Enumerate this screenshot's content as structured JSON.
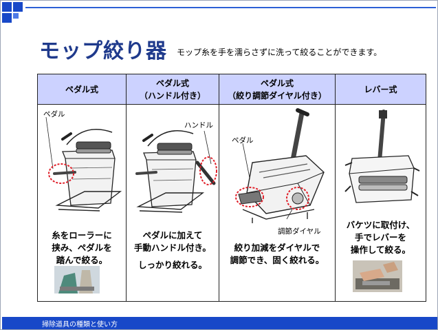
{
  "slide": {
    "title": "モップ絞り器",
    "subtitle": "モップ糸を手を濡らさずに洗って絞ることができます。",
    "footer": "掃除道具の種類と使い方"
  },
  "table": {
    "columns": [
      {
        "header_line1": "ペダル式",
        "header_line2": "",
        "callouts": [
          "ペダル"
        ],
        "description": [
          "糸をローラーに",
          "挟み、ペダルを",
          "踏んで絞る。"
        ]
      },
      {
        "header_line1": "ペダル式",
        "header_line2": "（ハンドル付き）",
        "callouts": [
          "ハンドル"
        ],
        "description": [
          "ペダルに加えて",
          "手動ハンドル付き。",
          "しっかり絞れる。"
        ]
      },
      {
        "header_line1": "ペダル式",
        "header_line2": "（絞り調節ダイヤル付き）",
        "callouts": [
          "ペダル",
          "調節ダイヤル"
        ],
        "description": [
          "絞り加減をダイヤルで",
          "調節でき、固く絞れる。"
        ]
      },
      {
        "header_line1": "レバー式",
        "header_line2": "",
        "callouts": [],
        "description": [
          "バケツに取付け、",
          "手でレバーを",
          "操作して絞る。"
        ]
      }
    ]
  },
  "colors": {
    "accent_blue": "#1848c8",
    "title_blue": "#1f3a8c",
    "header_fill": "#ccd2ff",
    "highlight_red": "#e0202a"
  }
}
